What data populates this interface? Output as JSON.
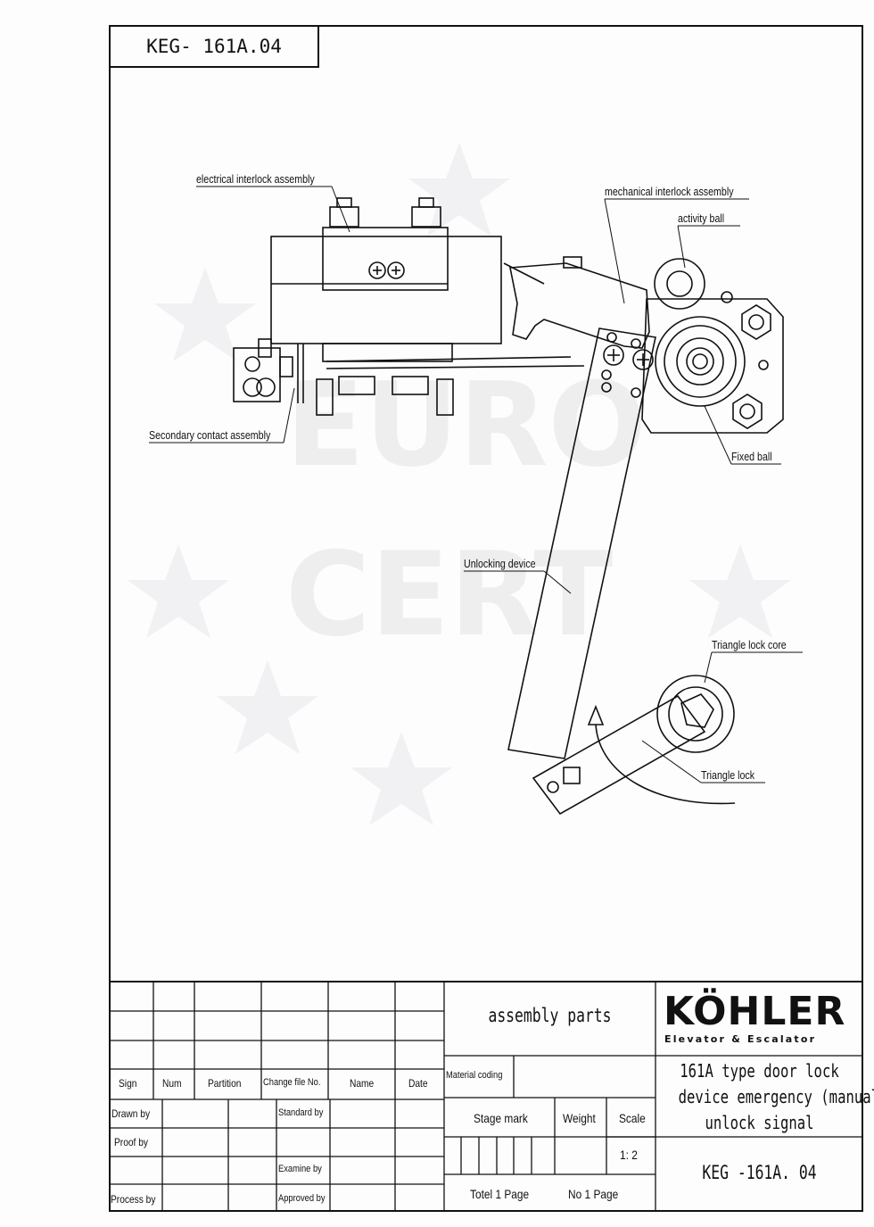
{
  "header": {
    "doc_number": "KEG- 161A.04"
  },
  "callouts": {
    "electrical_interlock": "electrical interlock assembly",
    "mechanical_interlock": "mechanical interlock assembly",
    "activity_ball": "activity ball",
    "secondary_contact": "Secondary contact assembly",
    "fixed_ball": "Fixed ball",
    "unlocking_device": "Unlocking device",
    "triangle_lock_core": "Triangle lock core",
    "triangle_lock": "Triangle lock"
  },
  "watermark": {
    "word1": "EURO",
    "word2": "CERT"
  },
  "title_block": {
    "headers": [
      "Sign",
      "Num",
      "Partition",
      "Change file No.",
      "Name",
      "Date"
    ],
    "drawn_by": "Drawn by",
    "proof_by": "Proof by",
    "process_by": "Process by",
    "standard_by": "Standard by",
    "examine_by": "Examine by",
    "approved_by": "Approved by",
    "assembly_parts": "assembly parts",
    "material_coding": "Material coding",
    "stage_mark": "Stage mark",
    "weight": "Weight",
    "scale": "Scale",
    "scale_value": "1: 2",
    "total_pages": "Totel 1 Page",
    "page_no": "No 1 Page",
    "brand": "KÖHLER",
    "brand_sub": "Elevator & Escalator",
    "title_line1": "161A type door lock",
    "title_line2": "device emergency (manual)",
    "title_line3": "unlock signal",
    "doc_number": "KEG -161A. 04"
  }
}
